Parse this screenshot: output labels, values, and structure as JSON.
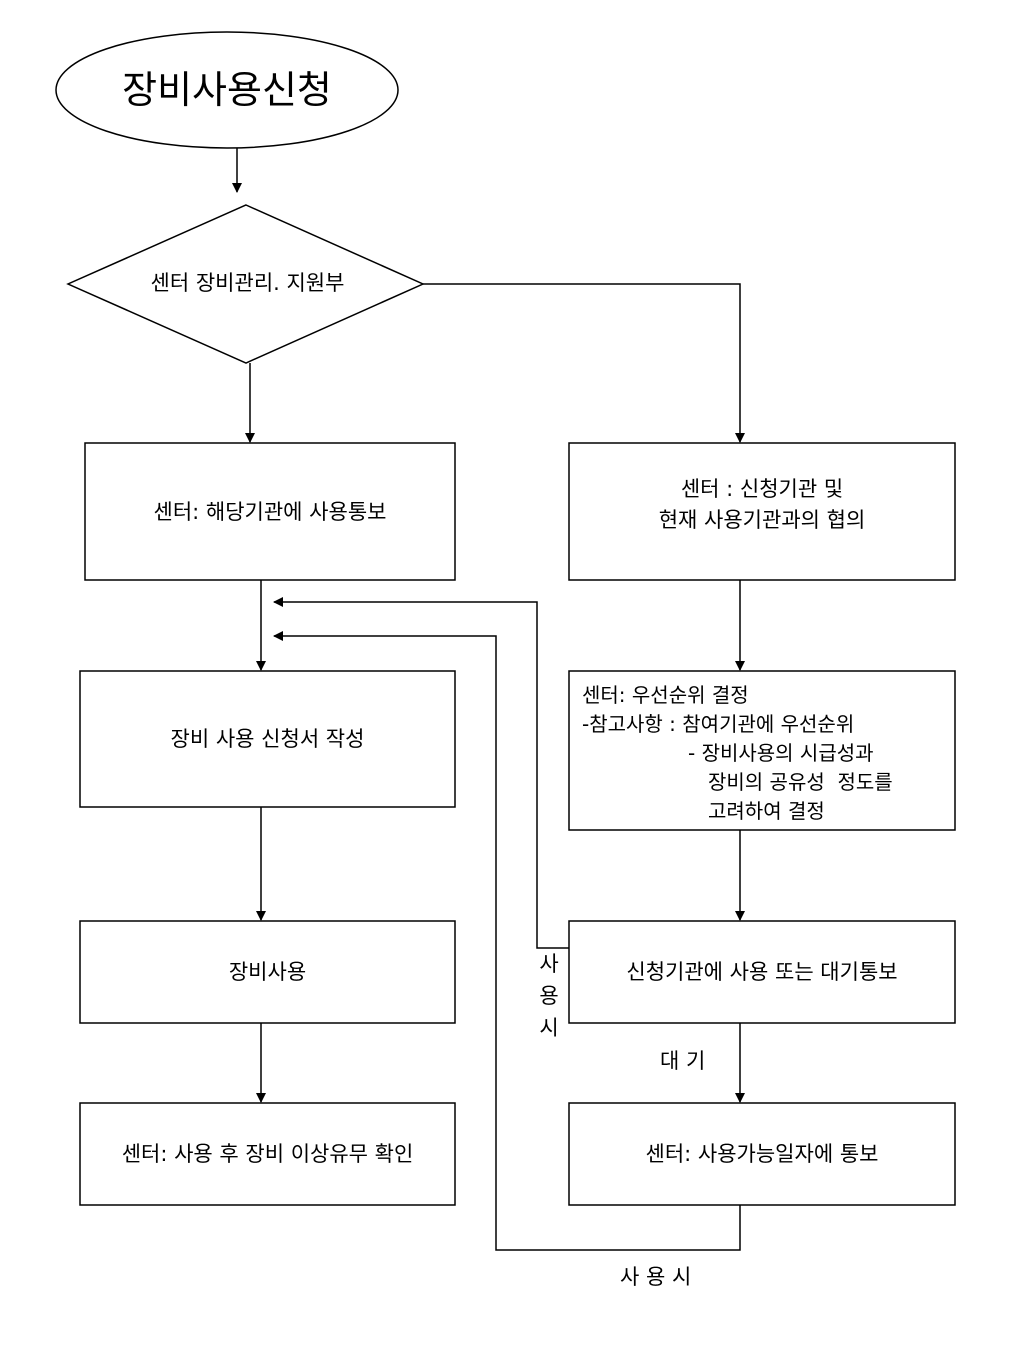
{
  "nodes": {
    "start": "장비사용신청",
    "decision": "센터 장비관리. 지원부",
    "notify_usage": "센터: 해당기관에 사용통보",
    "write_form": "장비 사용 신청서 작성",
    "use_equipment": "장비사용",
    "check_after_use": "센터: 사용 후 장비 이상유무 확인",
    "consult_line1": "센터 : 신청기관 및",
    "consult_line2": "현재 사용기관과의 협의",
    "priority_line1": "센터: 우선순위 결정",
    "priority_line2": "-참고사항 : 참여기관에 우선순위",
    "priority_line3": "- 장비사용의 시급성과",
    "priority_line4": "장비의 공유성  정도를",
    "priority_line5": "고려하여 결정",
    "notify_wait": "신청기관에 사용 또는 대기통보",
    "notify_available": "센터: 사용가능일자에 통보"
  },
  "edge_labels": {
    "use_vertical": [
      "사",
      "용",
      "시"
    ],
    "wait": "대 기",
    "use_bottom": "사 용 시"
  }
}
